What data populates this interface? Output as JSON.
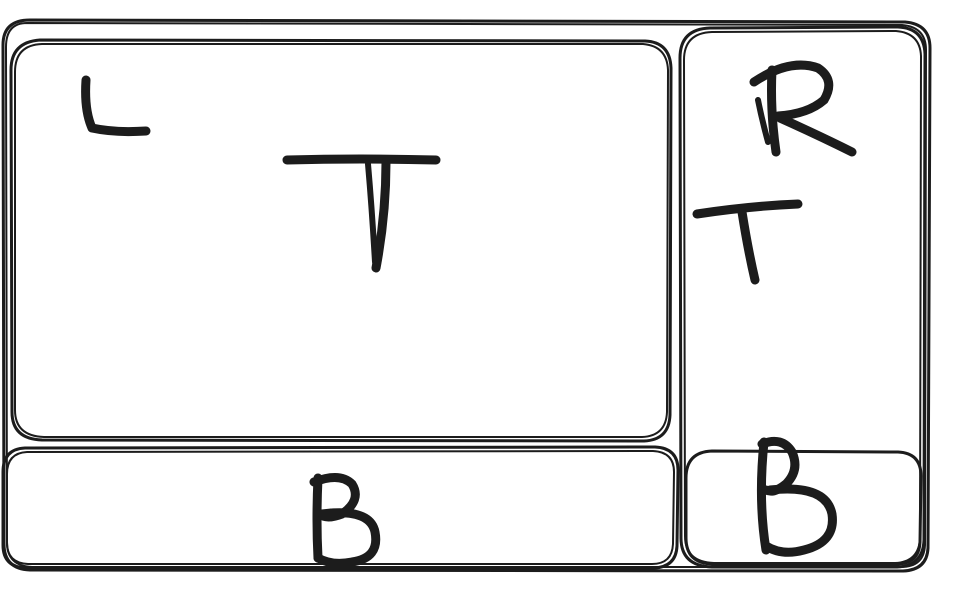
{
  "sketch": {
    "stroke_color": "#1c1c1c",
    "background_color": "#ffffff",
    "letters": {
      "left_panel_corner": "L",
      "left_panel_center": "T",
      "left_bottom": "B",
      "right_top": "R",
      "right_middle": "T",
      "right_bottom": "B"
    }
  }
}
